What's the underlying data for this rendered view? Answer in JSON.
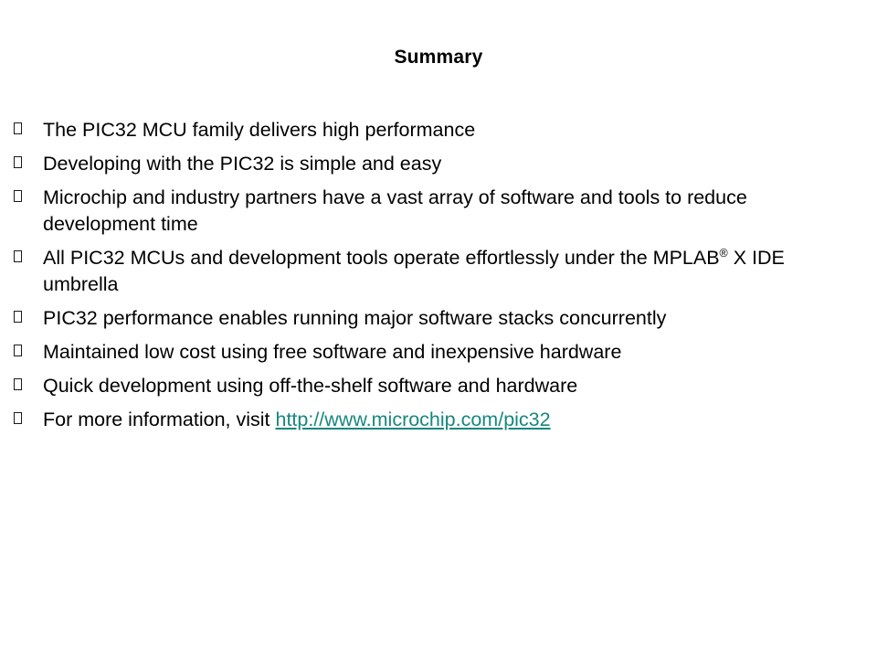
{
  "slide": {
    "title": "Summary",
    "background_color": "#ffffff",
    "text_color": "#000000",
    "link_color": "#17877e",
    "bullet_glyph": "hollow-box",
    "bullets": [
      {
        "text": "The PIC32 MCU family delivers high performance"
      },
      {
        "text": "Developing with the PIC32 is simple and easy"
      },
      {
        "text": "Microchip and industry partners have a vast array of software and tools to reduce development time"
      },
      {
        "text_before_mark": "All PIC32 MCUs and development tools operate effortlessly under the MPLAB",
        "registered_mark": "®",
        "text_after_mark": " X IDE umbrella"
      },
      {
        "text": "PIC32 performance enables running major software stacks concurrently"
      },
      {
        "text": "Maintained low cost using free software and inexpensive hardware"
      },
      {
        "text": "Quick development using off-the-shelf software and hardware"
      },
      {
        "text_before_link": "For more information, visit ",
        "link_text": "http://www.microchip.com/pic32"
      }
    ]
  }
}
